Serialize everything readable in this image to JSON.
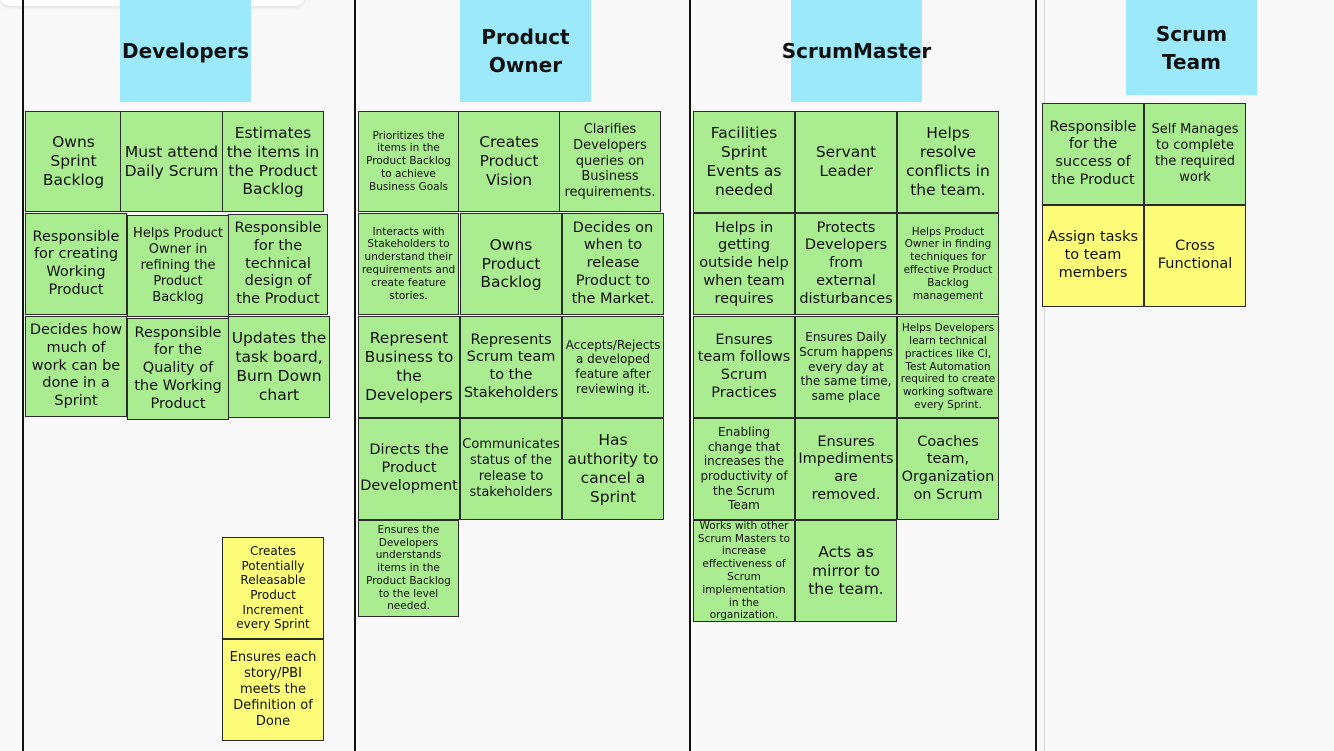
{
  "board": {
    "columns": [
      {
        "header": "Developers",
        "notes": [
          {
            "text": "Owns Sprint Backlog",
            "color": "green"
          },
          {
            "text": "Must attend Daily Scrum",
            "color": "green"
          },
          {
            "text": "Estimates the items in the Product Backlog",
            "color": "green"
          },
          {
            "text": "Responsible for creating Working Product",
            "color": "green"
          },
          {
            "text": "Helps Product Owner in refining the Product Backlog",
            "color": "green"
          },
          {
            "text": "Responsible for the technical design of the Product",
            "color": "green"
          },
          {
            "text": "Decides how much of work can be done in a Sprint",
            "color": "green"
          },
          {
            "text": "Responsible for the Quality of the Working Product",
            "color": "green"
          },
          {
            "text": "Updates the task board, Burn Down chart",
            "color": "green"
          },
          {
            "text": "Creates Potentially Releasable Product Increment every Sprint",
            "color": "yellow"
          },
          {
            "text": "Ensures each story/PBI meets the Definition of Done",
            "color": "yellow"
          }
        ]
      },
      {
        "header": "Product Owner",
        "notes": [
          {
            "text": "Prioritizes the items in the Product Backlog to achieve Business Goals",
            "color": "green"
          },
          {
            "text": "Creates Product Vision",
            "color": "green"
          },
          {
            "text": "Clarifies Developers queries on Business requirements.",
            "color": "green"
          },
          {
            "text": "Interacts with Stakeholders to understand their requirements and create feature stories.",
            "color": "green"
          },
          {
            "text": "Owns Product Backlog",
            "color": "green"
          },
          {
            "text": "Decides on when to release Product to the Market.",
            "color": "green"
          },
          {
            "text": "Represent Business to the Developers",
            "color": "green"
          },
          {
            "text": "Represents Scrum team to the Stakeholders",
            "color": "green"
          },
          {
            "text": "Accepts/Rejects a developed feature after reviewing it.",
            "color": "green"
          },
          {
            "text": "Directs the Product Development",
            "color": "green"
          },
          {
            "text": "Communicates status of the release to stakeholders",
            "color": "green"
          },
          {
            "text": "Has authority to cancel a Sprint",
            "color": "green"
          },
          {
            "text": "Ensures the Developers understands items in the Product Backlog to the level needed.",
            "color": "green"
          }
        ]
      },
      {
        "header": "ScrumMaster",
        "notes": [
          {
            "text": "Facilities Sprint Events as needed",
            "color": "green"
          },
          {
            "text": "Servant Leader",
            "color": "green"
          },
          {
            "text": "Helps resolve conflicts in the team.",
            "color": "green"
          },
          {
            "text": "Helps in getting outside help when team requires",
            "color": "green"
          },
          {
            "text": "Protects Developers from external disturbances",
            "color": "green"
          },
          {
            "text": "Helps Product Owner in finding techniques for effective Product Backlog management",
            "color": "green"
          },
          {
            "text": "Ensures team follows Scrum Practices",
            "color": "green"
          },
          {
            "text": "Ensures Daily Scrum happens every day at the same time, same place",
            "color": "green"
          },
          {
            "text": "Helps Developers learn technical practices like CI, Test Automation required to create working software every Sprint.",
            "color": "green"
          },
          {
            "text": "Enabling change that increases the productivity of the Scrum Team",
            "color": "green"
          },
          {
            "text": "Ensures Impediments are removed.",
            "color": "green"
          },
          {
            "text": "Coaches team, Organization on Scrum",
            "color": "green"
          },
          {
            "text": "Works with other Scrum Masters to increase effectiveness of Scrum implementation in the organization.",
            "color": "green"
          },
          {
            "text": "Acts as mirror to the team.",
            "color": "green"
          }
        ]
      },
      {
        "header": "Scrum Team",
        "notes": [
          {
            "text": "Responsible for the success of the Product",
            "color": "green"
          },
          {
            "text": "Self Manages to complete the required work",
            "color": "green"
          },
          {
            "text": "Assign tasks to team members",
            "color": "yellow"
          },
          {
            "text": "Cross Functional",
            "color": "yellow"
          }
        ]
      }
    ]
  },
  "colors": {
    "header": "#9be9fb",
    "green_note": "#aaed90",
    "yellow_note": "#fcfc78",
    "divider": "#111111",
    "background": "#f8f8f9"
  }
}
